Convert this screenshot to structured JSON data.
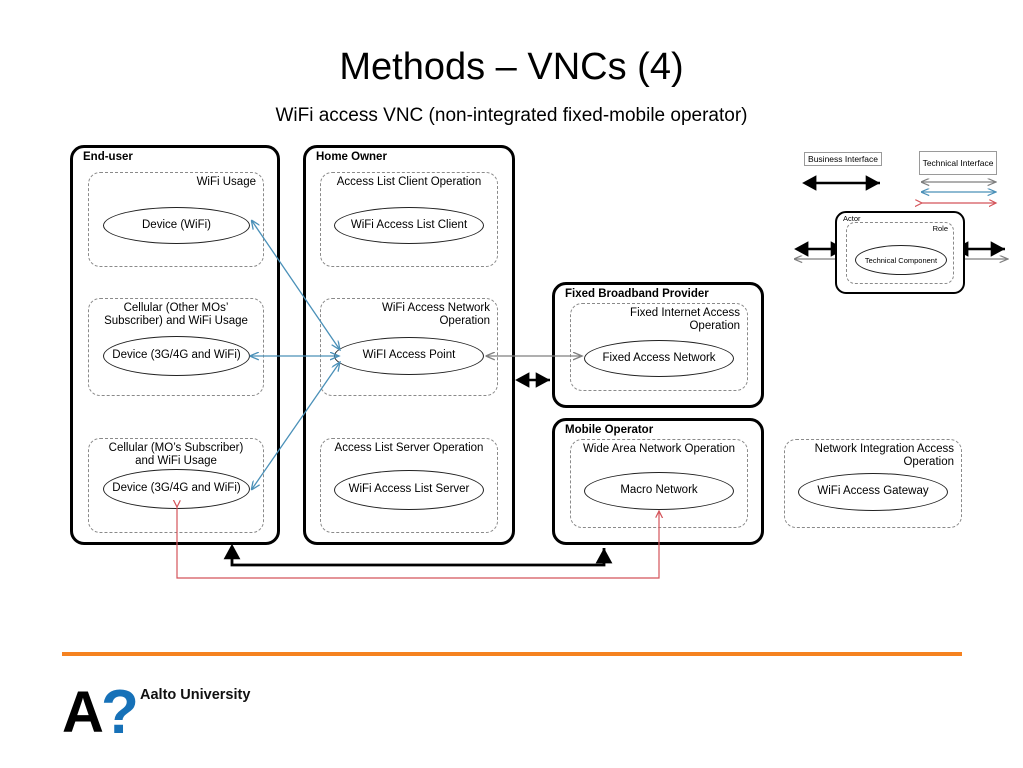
{
  "slide": {
    "title": "Methods – VNCs (4)",
    "subtitle": "WiFi access VNC (non-integrated fixed-mobile operator)"
  },
  "diagram": {
    "actors": [
      {
        "id": "end-user",
        "label": "End-user",
        "roles": [
          {
            "id": "wifi-usage",
            "label": "WiFi Usage",
            "component": "Device (WiFi)"
          },
          {
            "id": "cellular-other-mo",
            "label": "Cellular (Other MOs’\nSubscriber) and WiFi Usage",
            "component": "Device (3G/4G and WiFi)"
          },
          {
            "id": "cellular-mo-subscriber",
            "label": "Cellular (MO’s Subscriber)\nand WiFi Usage",
            "component": "Device (3G/4G and WiFi)"
          }
        ]
      },
      {
        "id": "home-owner",
        "label": "Home Owner",
        "roles": [
          {
            "id": "access-list-client-op",
            "label": "Access List Client Operation",
            "component": "WiFi Access List Client"
          },
          {
            "id": "wifi-access-network-op",
            "label": "WiFi Access Network\nOperation",
            "component": "WiFI Access Point"
          },
          {
            "id": "access-list-server-op",
            "label": "Access List Server Operation",
            "component": "WiFi Access List Server"
          }
        ]
      },
      {
        "id": "fixed-broadband-provider",
        "label": "Fixed Broadband Provider",
        "roles": [
          {
            "id": "fixed-internet-access-op",
            "label": "Fixed Internet Access\nOperation",
            "component": "Fixed Access Network"
          }
        ]
      },
      {
        "id": "mobile-operator",
        "label": "Mobile Operator",
        "roles": [
          {
            "id": "wide-area-network-op",
            "label": "Wide Area Network Operation",
            "component": "Macro Network"
          }
        ]
      }
    ],
    "standalone_roles": [
      {
        "id": "network-integration-access-op",
        "label": "Network Integration Access\nOperation",
        "component": "WiFi Access Gateway"
      }
    ]
  },
  "legend": {
    "business_interface": "Business Interface",
    "technical_interface": "Technical Interface",
    "actor": "Actor",
    "role": "Role",
    "technical_component": "Technical Component"
  },
  "colors": {
    "business_arrow": "#000000",
    "technical_arrow_gray": "#7f7f7f",
    "technical_arrow_blue": "#4a90b8",
    "technical_arrow_red": "#d4545a",
    "accent_orange": "#f58220",
    "logo_blue": "#1671b8"
  },
  "footer": {
    "logo_a": "A",
    "logo_q": "?",
    "university": "Aalto University"
  }
}
